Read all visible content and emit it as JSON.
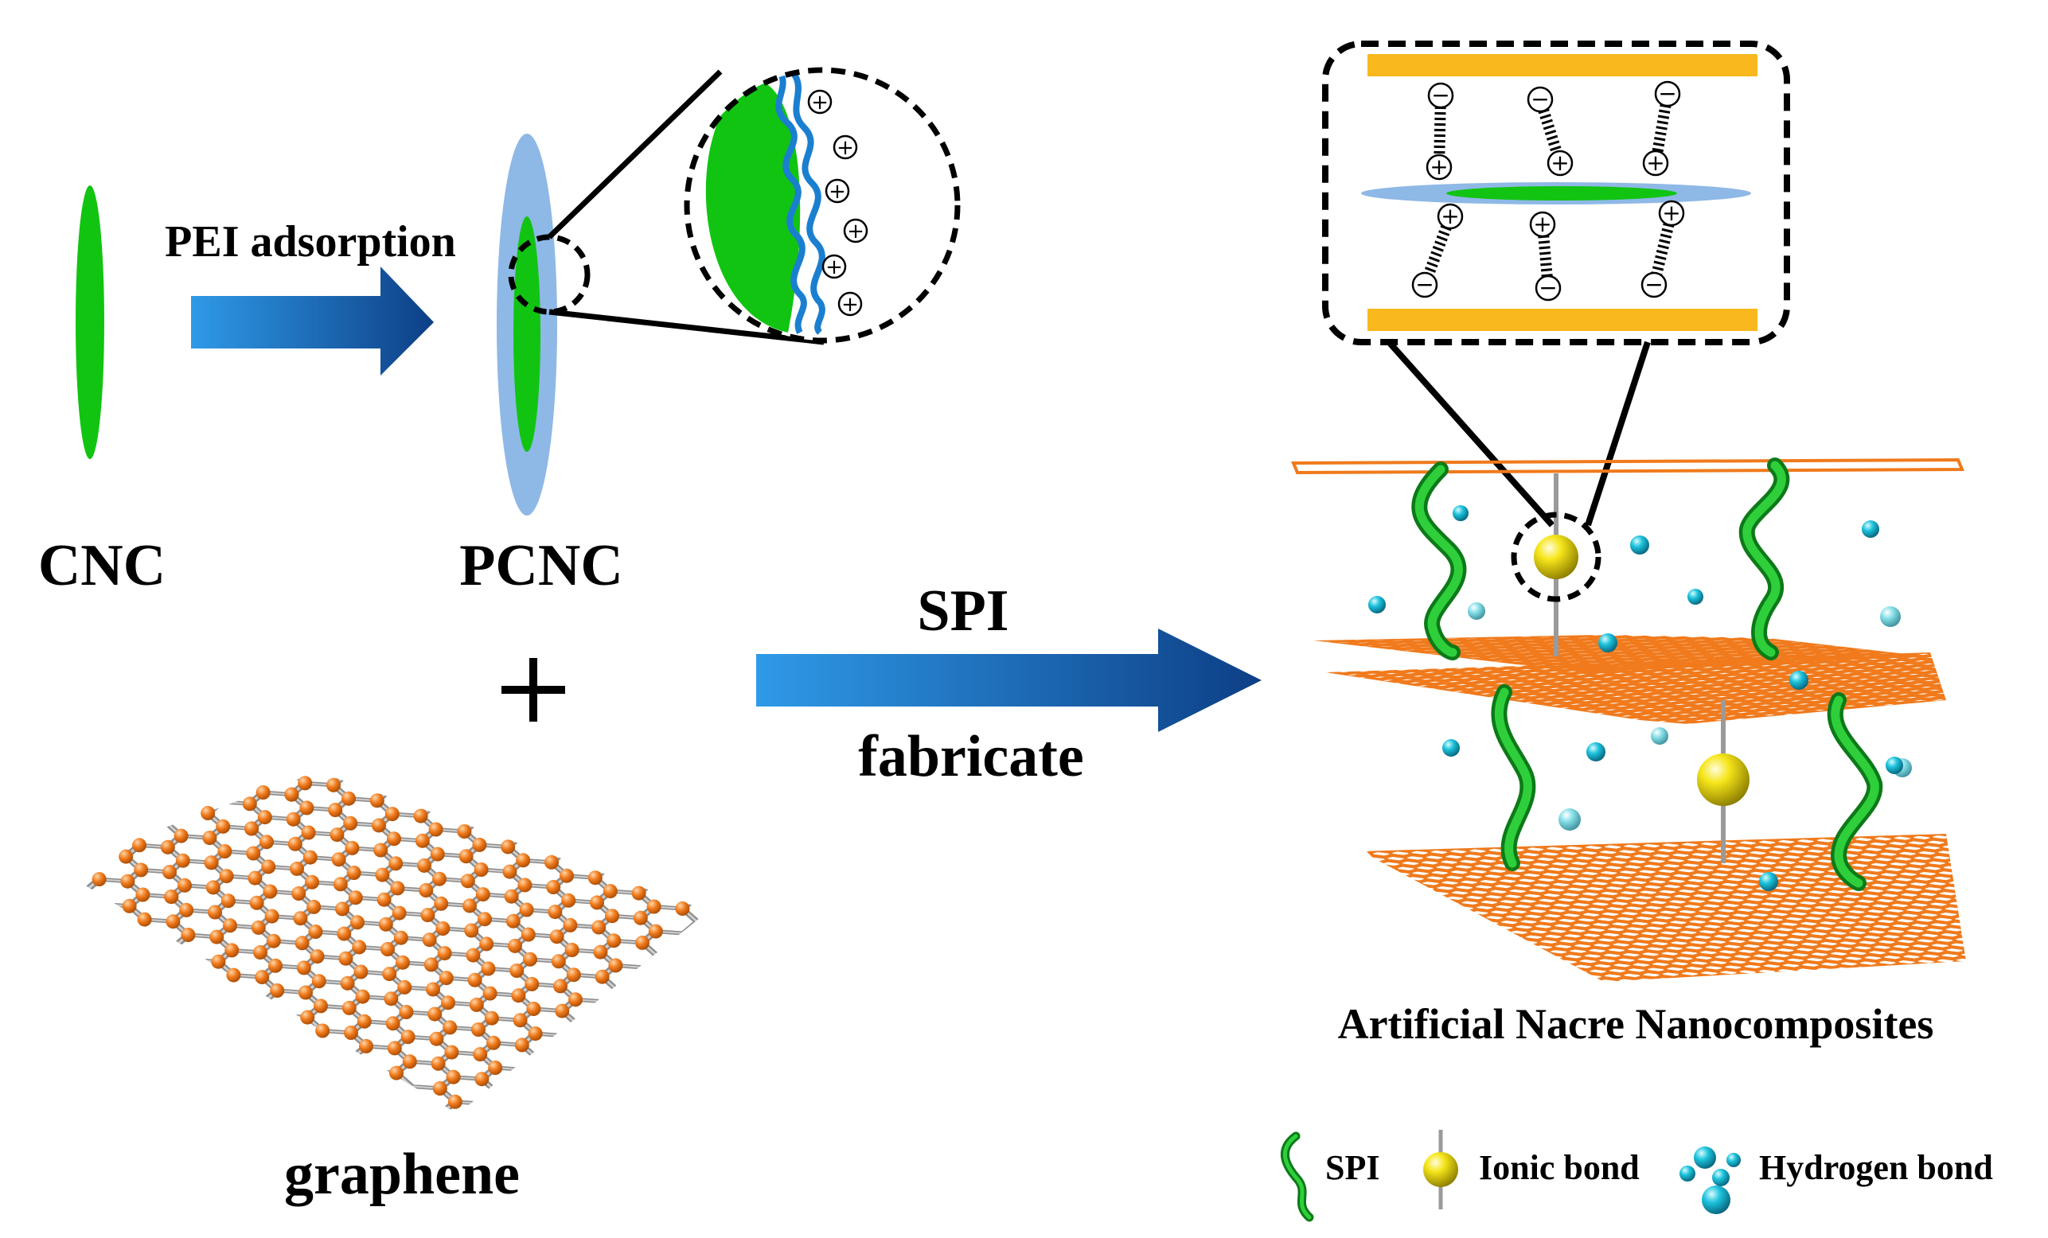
{
  "labels": {
    "cnc": "CNC",
    "pei_adsorption": "PEI adsorption",
    "pcnc": "PCNC",
    "plus": "+",
    "graphene": "graphene",
    "spi_arrow": "SPI",
    "fabricate": "fabricate",
    "result_title": "Artificial Nacre Nanocomposites"
  },
  "legend": {
    "spi": "SPI",
    "ionic_bond": "Ionic bond",
    "hydrogen_bond": "Hydrogen bond"
  },
  "symbols": {
    "positive": "+",
    "negative": "−"
  },
  "colors": {
    "cnc_green": "#11c411",
    "pei_blue": "#8eb8e6",
    "arrow_start": "#2f9ae8",
    "arrow_end": "#0d3f86",
    "graphene_orange": "#f07a1c",
    "graphene_bond": "#9a9a9a",
    "spi_green": "#1aa82a",
    "ion_yellow": "#f1dc07",
    "hbond_cyan": "#16bcd6",
    "nacre_bar": "#f8b81e",
    "pei_chain": "#1b7fd0"
  }
}
